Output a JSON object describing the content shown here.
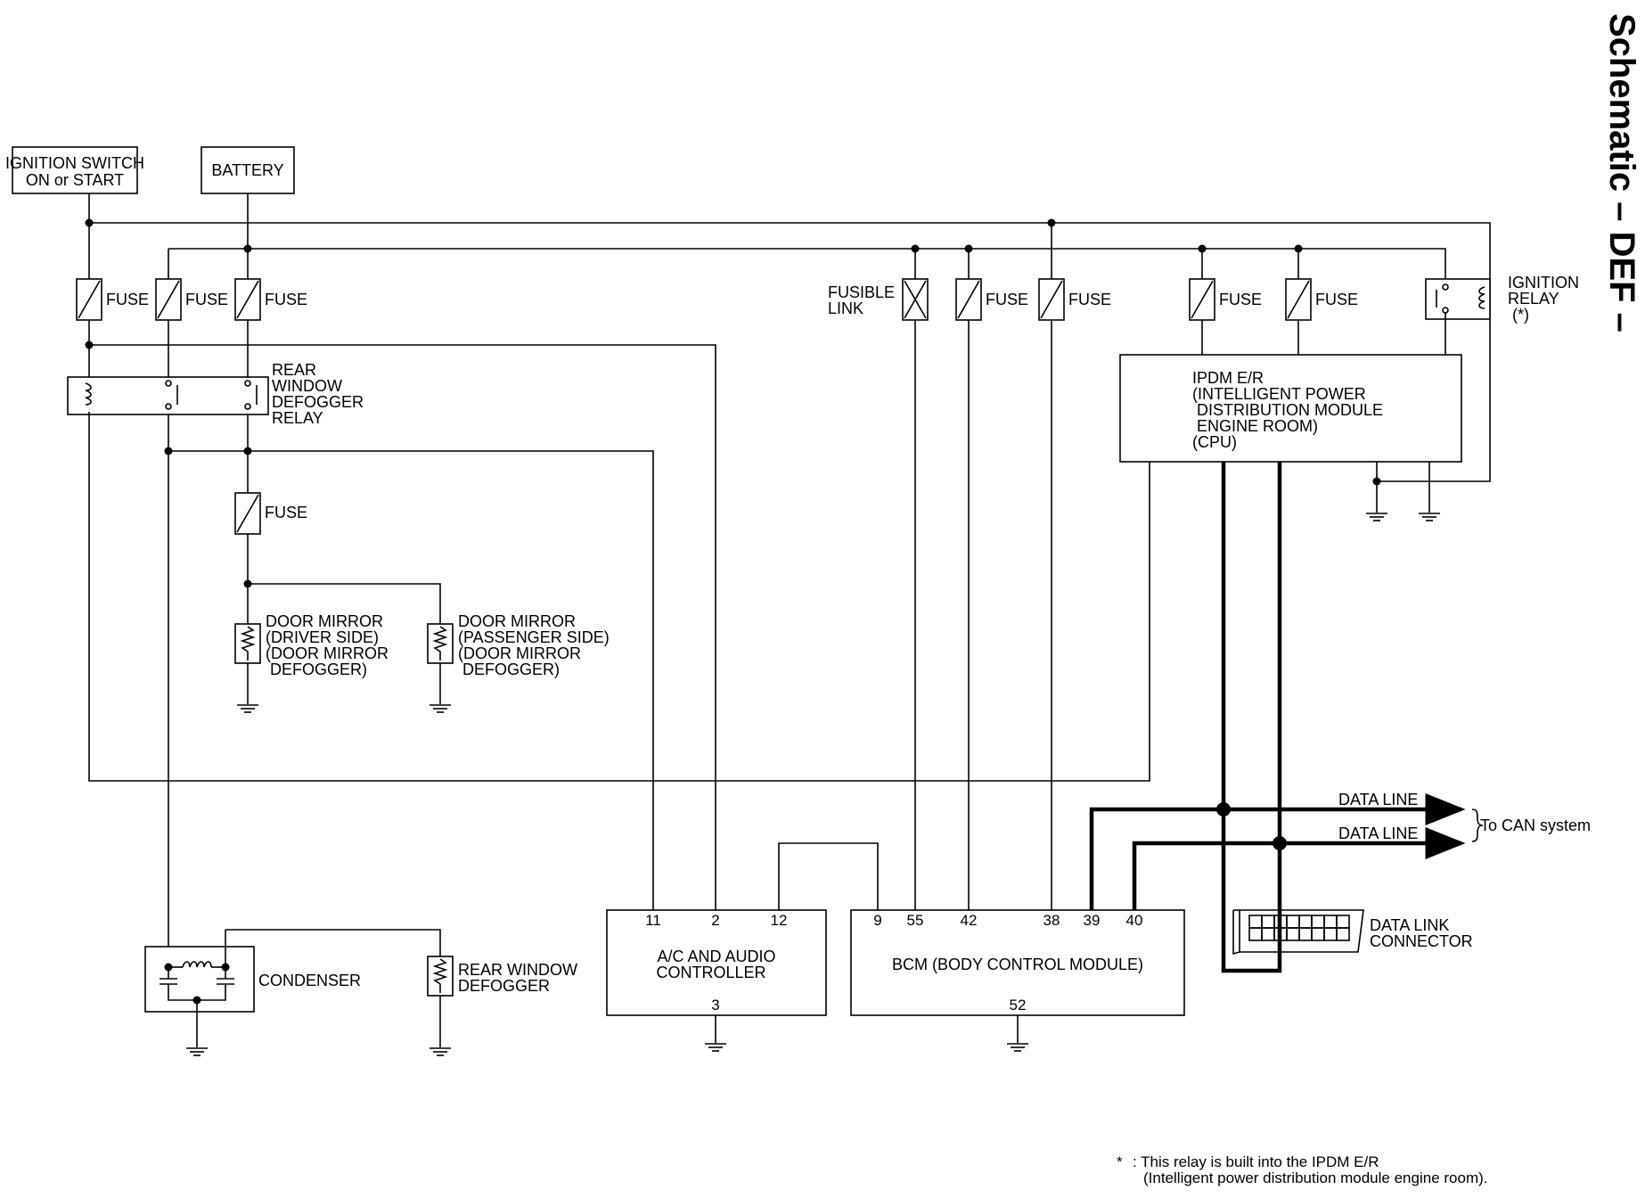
{
  "title": "Schematic – DEF –",
  "sources": {
    "ignition_line1": "IGNITION SWITCH",
    "ignition_line2": "ON or START",
    "battery": "BATTERY"
  },
  "fuse_label": "FUSE",
  "fusible_link": [
    "FUSIBLE",
    "LINK"
  ],
  "ignition_relay": [
    "IGNITION",
    "RELAY",
    "(*)"
  ],
  "rear_relay": [
    "REAR",
    "WINDOW",
    "DEFOGGER",
    "RELAY"
  ],
  "ipdm": [
    "IPDM E/R",
    "(INTELLIGENT POWER",
    "DISTRIBUTION MODULE",
    "ENGINE ROOM)",
    "(CPU)"
  ],
  "mirror_driver": [
    "DOOR MIRROR",
    "(DRIVER SIDE)",
    "(DOOR MIRROR",
    "DEFOGGER)"
  ],
  "mirror_passenger": [
    "DOOR MIRROR",
    "(PASSENGER SIDE)",
    "(DOOR MIRROR",
    "DEFOGGER)"
  ],
  "condenser": "CONDENSER",
  "rear_defogger": [
    "REAR WINDOW",
    "DEFOGGER"
  ],
  "ac_controller": {
    "name": [
      "A/C AND AUDIO",
      "CONTROLLER"
    ],
    "pins_top": [
      "11",
      "2",
      "12"
    ],
    "pin_bottom": "3"
  },
  "bcm": {
    "name": "BCM (BODY CONTROL MODULE)",
    "pins_top": [
      "9",
      "55",
      "42",
      "38",
      "39",
      "40"
    ],
    "pin_bottom": "52"
  },
  "data_line": "DATA LINE",
  "can": "To CAN system",
  "dlc": [
    "DATA LINK",
    "CONNECTOR"
  ],
  "footnote": {
    "star": "*",
    "line1": ": This relay is built into the IPDM E/R",
    "line2": "(Intelligent power distribution module engine room)."
  }
}
